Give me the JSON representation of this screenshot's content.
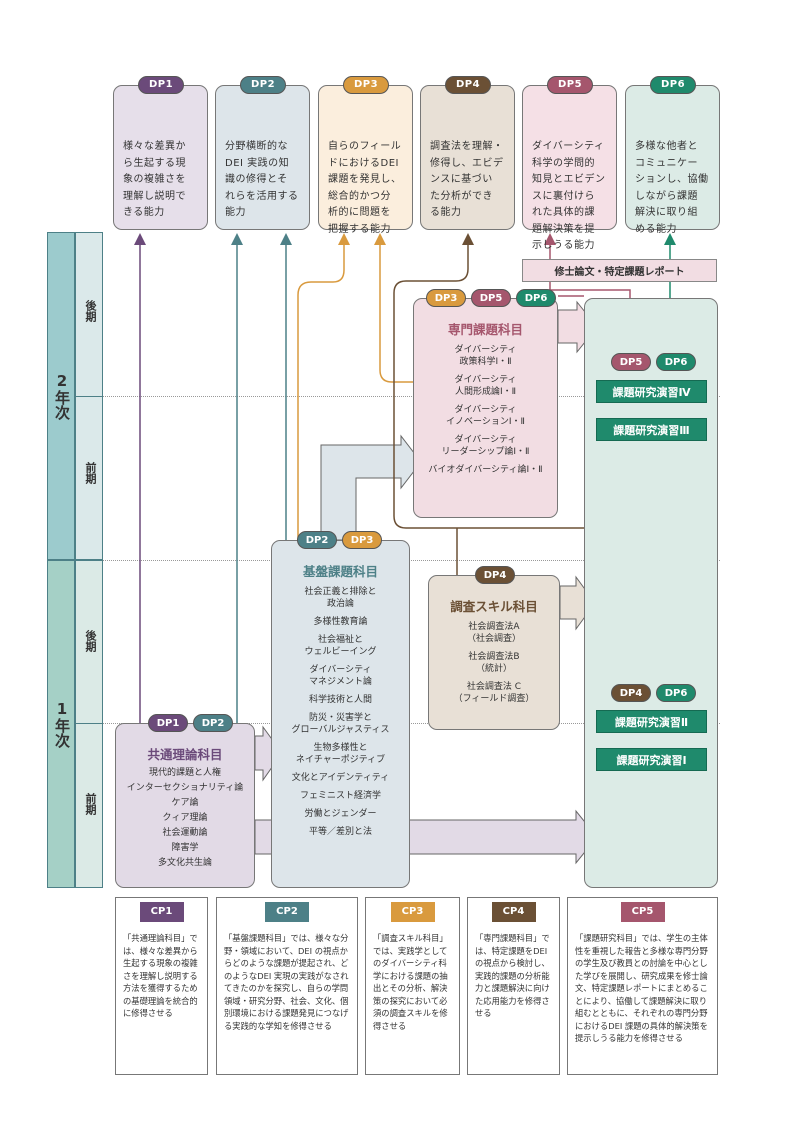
{
  "colors": {
    "dp1": "#6b4a7a",
    "dp2": "#4d8087",
    "dp3": "#d99a3e",
    "dp4": "#6b5035",
    "dp5": "#a5566d",
    "dp6": "#1f8a6c"
  },
  "dp": [
    {
      "label": "DP1",
      "text": "様々な差異か\nら生起する現\n象の複雑さを\n理解し説明で\nきる能力"
    },
    {
      "label": "DP2",
      "text": "分野横断的な\nDEI 実践の知\n識の修得とそ\nれらを活用する\n能力"
    },
    {
      "label": "DP3",
      "text": "自らのフィール\nドにおけるDEI\n課題を発見し、\n総合的かつ分\n析的に問題を\n把握する能力"
    },
    {
      "label": "DP4",
      "text": "調査法を理解・\n修得し、エビデ\nンスに基づい\nた分析ができ\nる能力"
    },
    {
      "label": "DP5",
      "text": "ダイバーシティ\n科学の学問的\n知見とエビデン\nスに裏付けら\nれた具体的課\n題解決策を提\n示しうる能力"
    },
    {
      "label": "DP6",
      "text": "多様な他者と\nコミュニケー\nションし、協働\nしながら課題\n解決に取り組\nめる能力"
    }
  ],
  "years": {
    "year2": "2年次",
    "year1": "1年次",
    "late": "後期",
    "early": "前期"
  },
  "thesis": "修士論文・特定課題レポート",
  "specialty": {
    "title": "専門課題科目",
    "pills": [
      "DP3",
      "DP5",
      "DP6"
    ],
    "courses": [
      "ダイバーシティ\n政策科学Ⅰ・Ⅱ",
      "ダイバーシティ\n人間形成論Ⅰ・Ⅱ",
      "ダイバーシティ\nイノベーションⅠ・Ⅱ",
      "ダイバーシティ\nリーダーシップ論Ⅰ・Ⅱ",
      "バイオダイバーシティ論Ⅰ・Ⅱ"
    ]
  },
  "basic": {
    "title": "基盤課題科目",
    "pills": [
      "DP2",
      "DP3"
    ],
    "courses": [
      "社会正義と排除と\n政治論",
      "多様性教育論",
      "社会福祉と\nウェルビーイング",
      "ダイバーシティ\nマネジメント論",
      "科学技術と人間",
      "防災・災害学と\nグローバルジャスティス",
      "生物多様性と\nネイチャーポジティブ",
      "文化とアイデンティティ",
      "フェミニスト経済学",
      "労働とジェンダー",
      "平等／差別と法"
    ]
  },
  "survey": {
    "title": "調査スキル科目",
    "pills": [
      "DP4"
    ],
    "courses": [
      "社会調査法A\n（社会調査）",
      "社会調査法B\n（統計）",
      "社会調査法 C\n（フィールド調査）"
    ]
  },
  "common": {
    "title": "共通理論科目",
    "pills": [
      "DP1",
      "DP2"
    ],
    "courses": [
      "現代的課題と人権",
      "インターセクショナリティ論",
      "ケア論",
      "クィア理論",
      "社会運動論",
      "障害学",
      "多文化共生論"
    ]
  },
  "research": {
    "pills_upper": [
      "DP5",
      "DP6"
    ],
    "pills_lower": [
      "DP4",
      "DP6"
    ],
    "seminars": [
      "課題研究演習Ⅳ",
      "課題研究演習Ⅲ",
      "課題研究演習Ⅱ",
      "課題研究演習Ⅰ"
    ]
  },
  "cp": [
    {
      "label": "CP1",
      "text": "「共通理論科目」では、様々な差異から生起する現象の複雑さを理解し説明する方法を獲得するための基礎理論を統合的に修得させる"
    },
    {
      "label": "CP2",
      "text": "「基盤課題科目」では、様々な分野・領域において、DEI の視点からどのような課題が提起され、どのようなDEI 実現の実践がなされてきたのかを探究し、自らの学問領域・研究分野、社会、文化、個別環境における課題発見につなげる実践的な学知を修得させる"
    },
    {
      "label": "CP3",
      "text": "「調査スキル科目」では、実践学としてのダイバーシティ科学における課題の抽出とその分析、解決策の探究において必須の調査スキルを修得させる"
    },
    {
      "label": "CP4",
      "text": "「専門課題科目」では、特定課題をDEIの視点から検討し、実践的課題の分析能力と課題解決に向けた応用能力を修得させる"
    },
    {
      "label": "CP5",
      "text": "「課題研究科目」では、学生の主体性を重視した報告と多様な専門分野の学生及び教員との討論を中心とした学びを展開し、研究成果を修士論文、特定課題レポートにまとめることにより、協働して課題解決に取り組むとともに、それぞれの専門分野におけるDEI 課題の具体的解決策を提示しうる能力を修得させる"
    }
  ]
}
